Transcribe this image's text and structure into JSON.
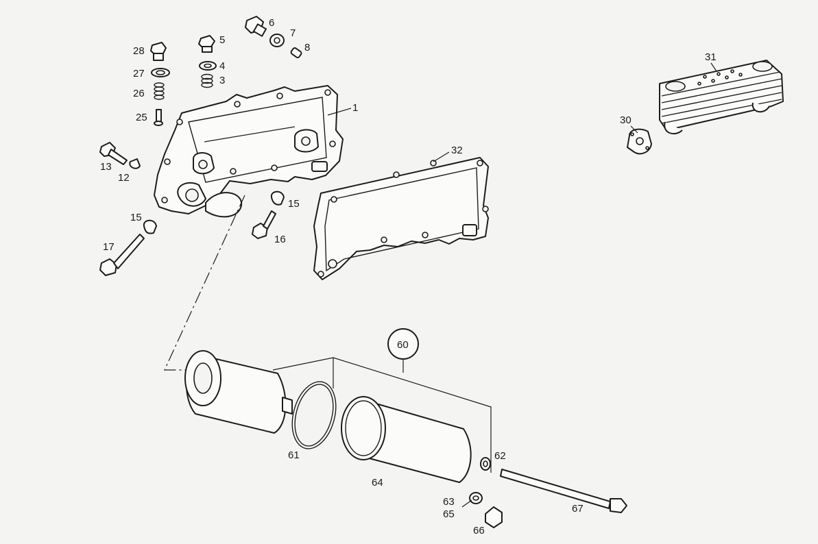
{
  "colors": {
    "background": "#f4f4f2",
    "ink": "#1c1c1c"
  },
  "labels": {
    "p1": "1",
    "p3": "3",
    "p4": "4",
    "p5": "5",
    "p6": "6",
    "p7": "7",
    "p8": "8",
    "p12": "12",
    "p13": "13",
    "p15a": "15",
    "p15b": "15",
    "p16": "16",
    "p17": "17",
    "p25": "25",
    "p26": "26",
    "p27": "27",
    "p28": "28",
    "p30": "30",
    "p31": "31",
    "p32": "32",
    "p60": "60",
    "p61": "61",
    "p62": "62",
    "p63": "63",
    "p64": "64",
    "p65": "65",
    "p66": "66",
    "p67": "67"
  }
}
